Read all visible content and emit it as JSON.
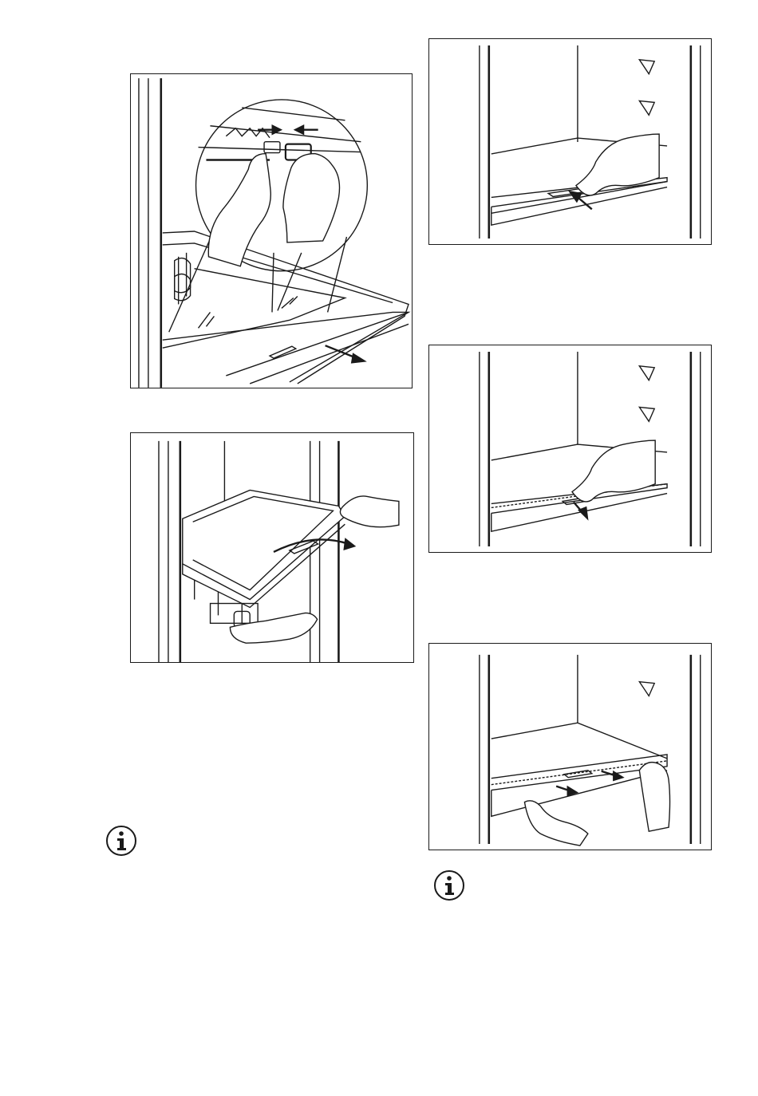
{
  "figures": [
    {
      "id": "door-clips",
      "icon": "hands-pressing-clips-illustration"
    },
    {
      "id": "panel-remove",
      "icon": "hands-lifting-glass-panel-illustration"
    },
    {
      "id": "trim-press",
      "icon": "finger-pressing-trim-illustration"
    },
    {
      "id": "trim-pull",
      "icon": "finger-pulling-trim-illustration"
    },
    {
      "id": "trim-slide",
      "icon": "hands-sliding-trim-illustration"
    }
  ],
  "info_icons": [
    {
      "id": "info-left",
      "icon": "info-icon"
    },
    {
      "id": "info-right",
      "icon": "info-icon"
    }
  ],
  "colors": {
    "line": "#1a1a1a",
    "background": "#ffffff"
  }
}
